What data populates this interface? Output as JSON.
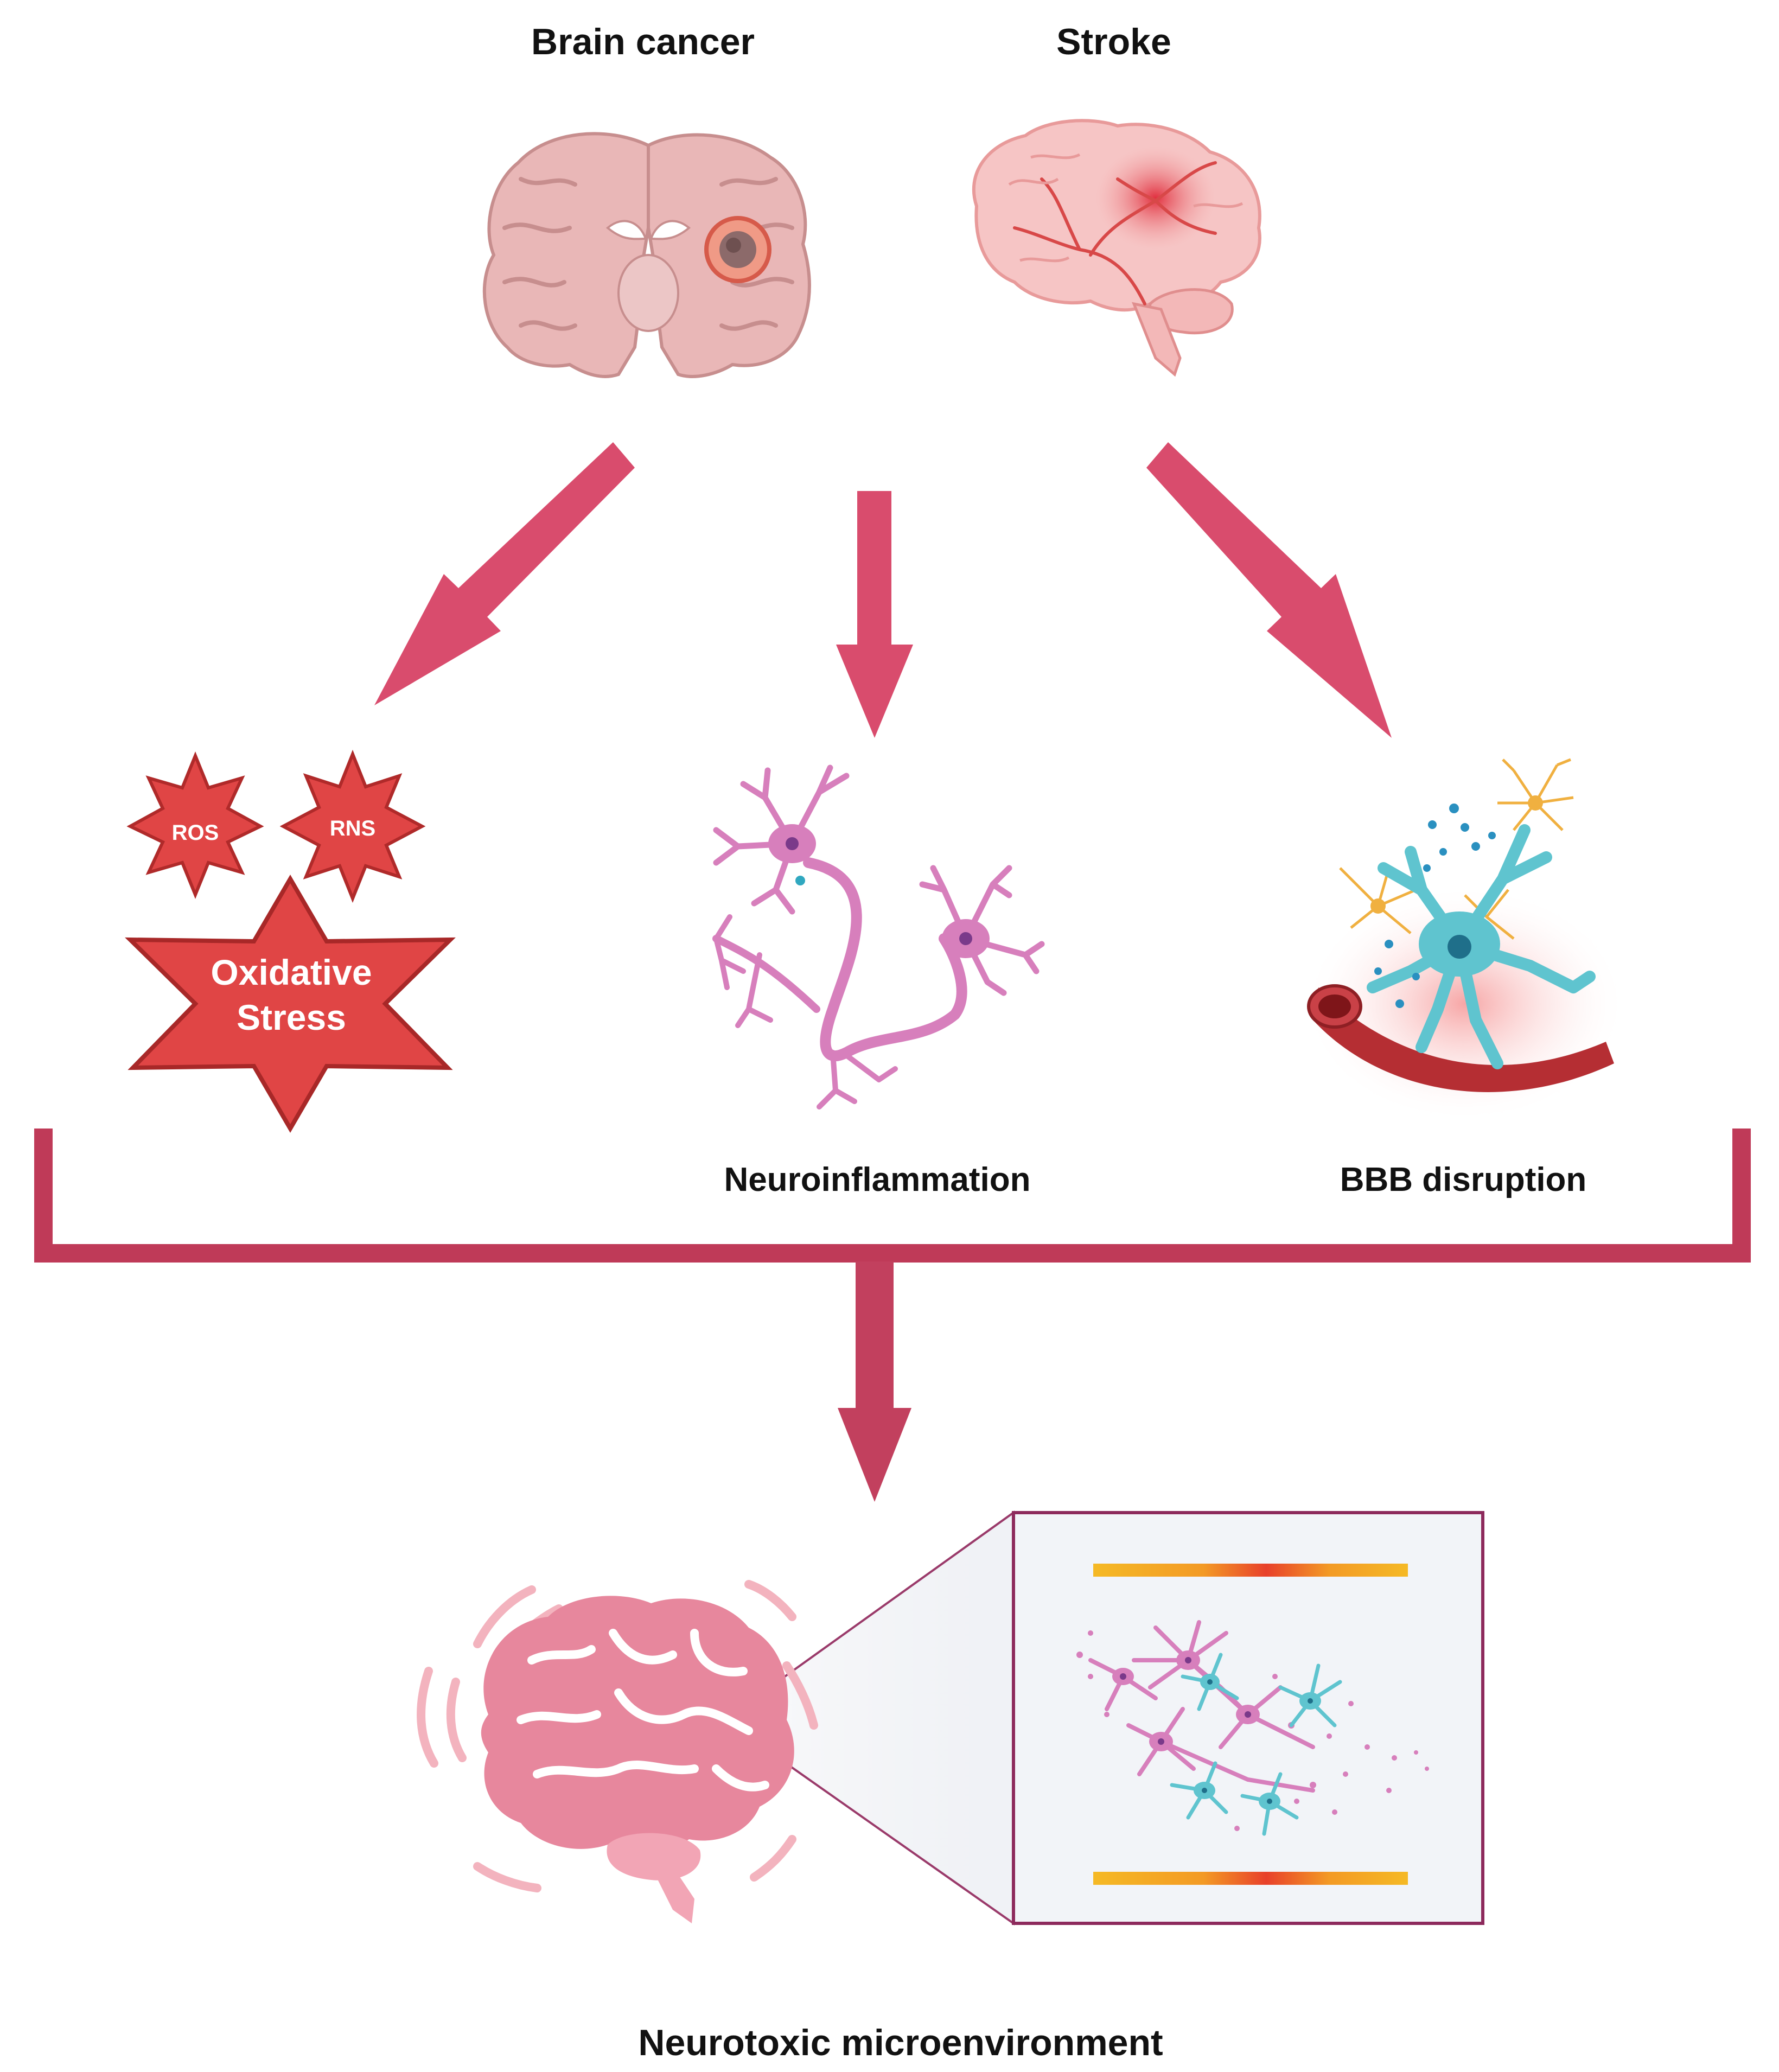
{
  "labels": {
    "brain_cancer": "Brain cancer",
    "stroke": "Stroke",
    "ros": "ROS",
    "rns": "RNS",
    "oxidative_line1": "Oxidative",
    "oxidative_line2": "Stress",
    "neuroinflammation": "Neuroinflammation",
    "bbb_disruption": "BBB disruption",
    "neurotoxic": "Neurotoxic microenvironment"
  },
  "colors": {
    "arrow": "#d94c6d",
    "bracket": "#bf3a58",
    "star_fill": "#e04545",
    "star_stroke": "#b02a2a",
    "neuron_pink": "#d77fbc",
    "astro_cyan": "#5fc4cf",
    "glia_orange": "#f0b040",
    "brain_pink": "#e7879d",
    "brain_tissue": "#e9b7b7",
    "zoom_border": "#8d2a5c",
    "zoom_bg": "#f2f4f8"
  },
  "icons": {
    "cancer_brain": "coronal-brain-tumor-icon",
    "stroke_brain": "brain-stroke-icon",
    "neuron": "neuron-pair-icon",
    "bbb": "blood-brain-barrier-icon",
    "result_brain": "brain-icon"
  }
}
